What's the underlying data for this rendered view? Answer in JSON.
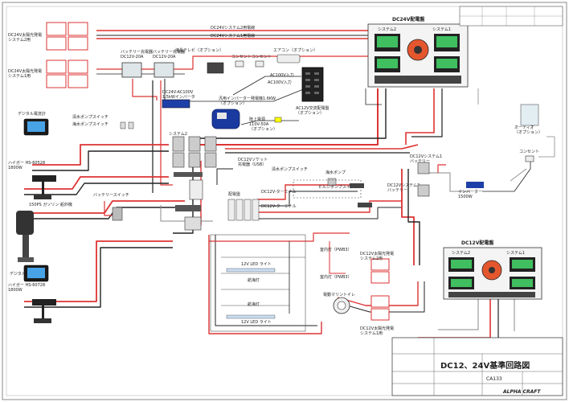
{
  "title_block": {
    "title": "DC12、24V基準回路図",
    "drawing_no": "CA133",
    "brand": "ALPHA CRAFT"
  },
  "panels": {
    "dc24": {
      "title": "DC24V配電盤",
      "left": "システム2",
      "right": "システム1"
    },
    "dc12": {
      "title": "DC12V配電盤",
      "left": "システム2",
      "right": "システム1"
    }
  },
  "labels": {
    "solar24_s2": "DC24V太陽光発電\nシステム2用",
    "solar24_s1": "DC24V太陽光発電\nシステム1用",
    "dc24_s2_line": "DC24Vシステム2用電線",
    "dc24_s1_line": "DC24Vシステム1用電線",
    "batt_charger_a": "バッテリー充電器\nDC12V-20A",
    "batt_charger_b": "バッテリー充電器\nDC12V-20A",
    "tv": "液晶テレビ（オプション）",
    "aircon": "エアコン（オプション）",
    "consent": "コンセント",
    "consent2": "コンセント",
    "ac100_in": "AC100V入力",
    "ac100_out": "AC100V入力",
    "dc24_ac100": "DC24V-AC100V\n1.5kWインバータ",
    "gen": "汎用インバーター発電機1.6KW\n（オプション）",
    "ac_panel": "AC12V交流配電盤\n（オプション）",
    "shore": "陸上電源\n110V-50A\n（オプション）",
    "digital_meter_top": "デジタル電流計",
    "digital_meter_bottom": "デジタル電流計",
    "freshwater_pump": "清水ポンプスイッチ",
    "seawater_pump": "海水ポンプスイッチ",
    "engine_top": "ハイガー HS-60528\n1800W",
    "engine_bottom": "ハイガー HS-60728\n1800W",
    "outboard": "150PS ガソリン 船外機",
    "batt_switch": "バッテリースイッチ",
    "system2_batt": "システム2",
    "dc12_socket": "DC12Vソケット\n充電器（USB）",
    "aux_pump": "清水ポンプスイッチ",
    "bilge": "ビルジポンプスイッチ",
    "dc12_term_a": "DC12V-ターミナル",
    "dc12_term_b": "DC12V-ターミナル",
    "distribution": "配電盤",
    "dc12_sys1_batt": "DC12Vシステム1\nバッテリー",
    "dc12_sys2_batt": "DC12Vシステム2\nバッテリー",
    "inverter": "インバーター\n1500W",
    "dc12_solar_s2": "DC12V太陽光発電\nシステム2用",
    "dc12_solar_s1": "DC12V太陽光発電\nシステム1用",
    "audio": "オーディオ\n（オプション）",
    "consent3": "コンセント",
    "light_1": "12V LED ライト",
    "light_2": "12V LED ライト",
    "room_light": "室内灯（PWB3）",
    "room_light2": "室内灯（PWB3）",
    "toilet": "電動マリントイレ",
    "side_light": "航海灯",
    "side_light2": "航海灯",
    "seawater_pump2": "海水ポンプ"
  }
}
